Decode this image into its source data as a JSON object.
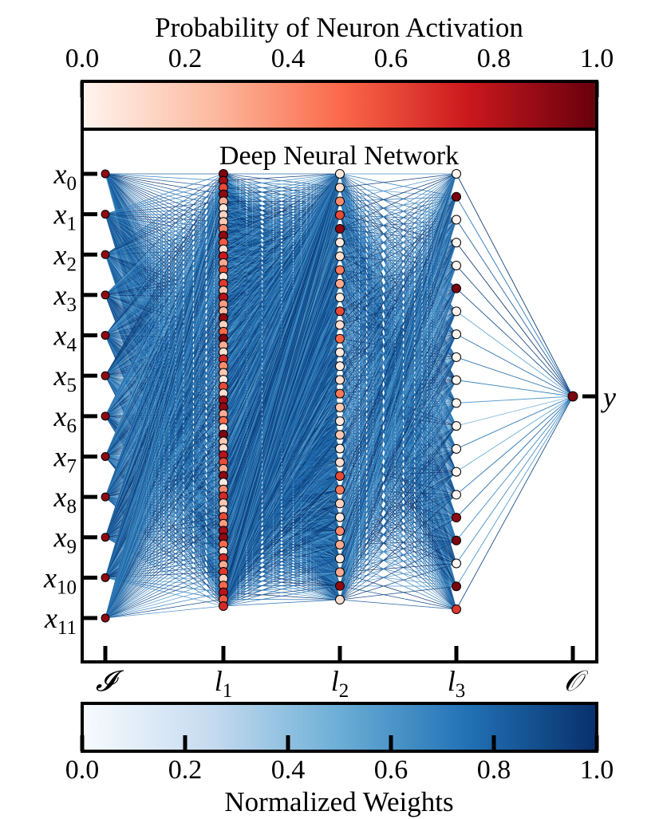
{
  "top_colorbar": {
    "label": "Probability of Neuron Activation",
    "ticks": [
      "0.0",
      "0.2",
      "0.4",
      "0.6",
      "0.8",
      "1.0"
    ],
    "colors": [
      "#fff5f0",
      "#fcbba1",
      "#fb6a4a",
      "#cb181d",
      "#67000d"
    ]
  },
  "bottom_colorbar": {
    "label": "Normalized Weights",
    "ticks": [
      "0.0",
      "0.2",
      "0.4",
      "0.6",
      "0.8",
      "1.0"
    ],
    "colors": [
      "#f7fbff",
      "#c6dbef",
      "#6baed6",
      "#2171b5",
      "#08306b"
    ]
  },
  "diagram": {
    "title": "Deep Neural Network",
    "layer_labels": [
      {
        "base": "𝓘",
        "sub": ""
      },
      {
        "base": "l",
        "sub": "1"
      },
      {
        "base": "l",
        "sub": "2"
      },
      {
        "base": "l",
        "sub": "3"
      },
      {
        "base": "𝒪",
        "sub": ""
      }
    ],
    "input_labels": [
      {
        "base": "x",
        "sub": "0"
      },
      {
        "base": "x",
        "sub": "1"
      },
      {
        "base": "x",
        "sub": "2"
      },
      {
        "base": "x",
        "sub": "3"
      },
      {
        "base": "x",
        "sub": "4"
      },
      {
        "base": "x",
        "sub": "5"
      },
      {
        "base": "x",
        "sub": "6"
      },
      {
        "base": "x",
        "sub": "7"
      },
      {
        "base": "x",
        "sub": "8"
      },
      {
        "base": "x",
        "sub": "9"
      },
      {
        "base": "x",
        "sub": "10"
      },
      {
        "base": "x",
        "sub": "11"
      }
    ],
    "output_label": "y",
    "edge_color": "#08306b",
    "layers": [
      {
        "name": "input",
        "neuron_count": 12,
        "activations": [
          0.9,
          0.9,
          0.9,
          0.9,
          0.9,
          0.9,
          0.9,
          0.9,
          0.9,
          0.9,
          0.9,
          0.9
        ]
      },
      {
        "name": "l1",
        "neuron_count": 64,
        "activations": [
          0.95,
          0.85,
          0.6,
          0.9,
          0.3,
          0.05,
          0.15,
          0.2,
          0.4,
          0.9,
          0.55,
          0.1,
          0.75,
          0.3,
          0.6,
          0.05,
          0.65,
          0.2,
          0.8,
          0.35,
          0.25,
          0.9,
          0.15,
          0.5,
          0.95,
          0.3,
          0.1,
          0.7,
          0.4,
          0.2,
          0.05,
          0.6,
          0.1,
          0.85,
          0.9,
          0.3,
          0.5,
          0.05,
          0.95,
          0.2,
          0.1,
          0.8,
          0.6,
          0.3,
          0.9,
          0.05,
          0.4,
          0.7,
          0.2,
          0.1,
          0.6,
          0.35,
          0.85,
          0.9,
          0.5,
          0.05,
          0.7,
          0.3,
          0.65,
          0.15,
          0.5,
          0.8,
          0.55,
          0.7
        ]
      },
      {
        "name": "l2",
        "neuron_count": 32,
        "activations": [
          0.05,
          0.1,
          0.4,
          0.6,
          0.9,
          0.05,
          0.1,
          0.45,
          0.3,
          0.05,
          0.6,
          0.1,
          0.5,
          0.05,
          0.05,
          0.1,
          0.45,
          0.2,
          0.05,
          0.2,
          0.05,
          0.1,
          0.6,
          0.45,
          0.15,
          0.05,
          0.4,
          0.3,
          0.05,
          0.3,
          0.9,
          0.1
        ]
      },
      {
        "name": "l3",
        "neuron_count": 20,
        "activations": [
          0.0,
          0.95,
          0.0,
          0.0,
          0.0,
          0.95,
          0.0,
          0.0,
          0.0,
          0.0,
          0.0,
          0.0,
          0.0,
          0.0,
          0.0,
          0.9,
          0.95,
          0.0,
          0.95,
          0.65
        ]
      },
      {
        "name": "output",
        "neuron_count": 1,
        "activations": [
          0.95
        ]
      }
    ]
  }
}
